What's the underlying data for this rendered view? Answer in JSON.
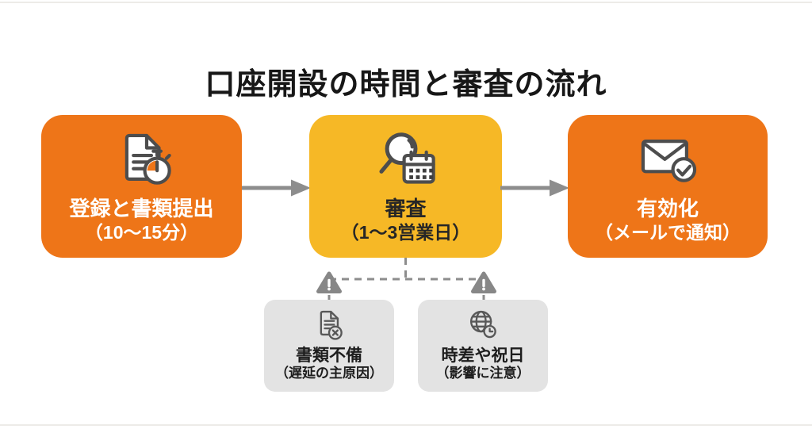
{
  "title": "口座開設の時間と審査の流れ",
  "colors": {
    "step_orange": "#EE7518",
    "step_yellow": "#F6B826",
    "gray_box": "#E3E3E3",
    "connector_gray": "#8D8D8D",
    "triangle_gray": "#878787",
    "title_text": "#171717",
    "step_text_light": "#FFFFFF",
    "step_text_dark": "#262626"
  },
  "steps": [
    {
      "label": "登録と書類提出",
      "sublabel": "（10〜15分）",
      "icon": "document-timer-icon"
    },
    {
      "label": "審査",
      "sublabel": "（1〜3営業日）",
      "icon": "search-calendar-icon"
    },
    {
      "label": "有効化",
      "sublabel": "（メールで通知）",
      "icon": "mail-check-icon"
    }
  ],
  "causes": [
    {
      "label": "書類不備",
      "sublabel": "（遅延の主原因）",
      "icon": "document-error-icon"
    },
    {
      "label": "時差や祝日",
      "sublabel": "（影響に注意）",
      "icon": "globe-clock-icon"
    }
  ]
}
